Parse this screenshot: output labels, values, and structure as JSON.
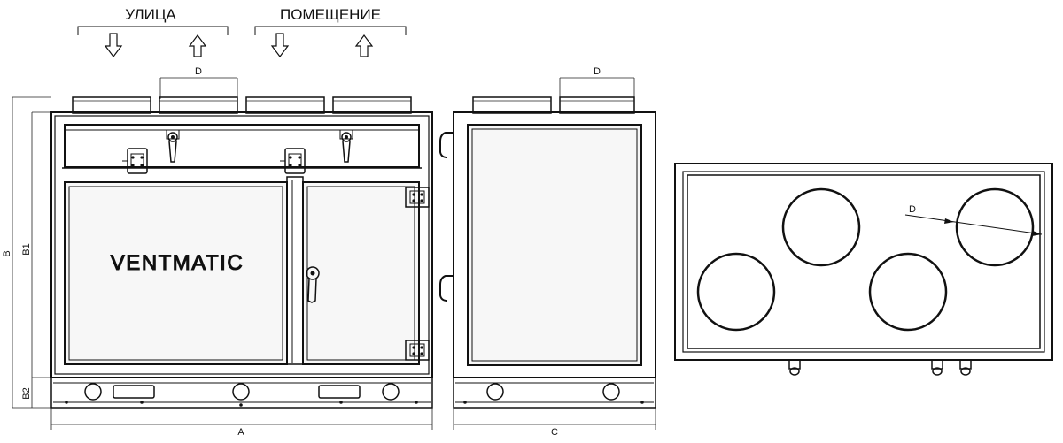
{
  "flow_labels": {
    "street": "УЛИЦА",
    "room": "ПОМЕЩЕНИЕ"
  },
  "dimensions": {
    "A": "A",
    "B": "B",
    "B1": "B1",
    "B2": "B2",
    "C": "C",
    "D_front": "D",
    "D_side": "D",
    "D_top": "D"
  },
  "brand": "VENTMATIC"
}
